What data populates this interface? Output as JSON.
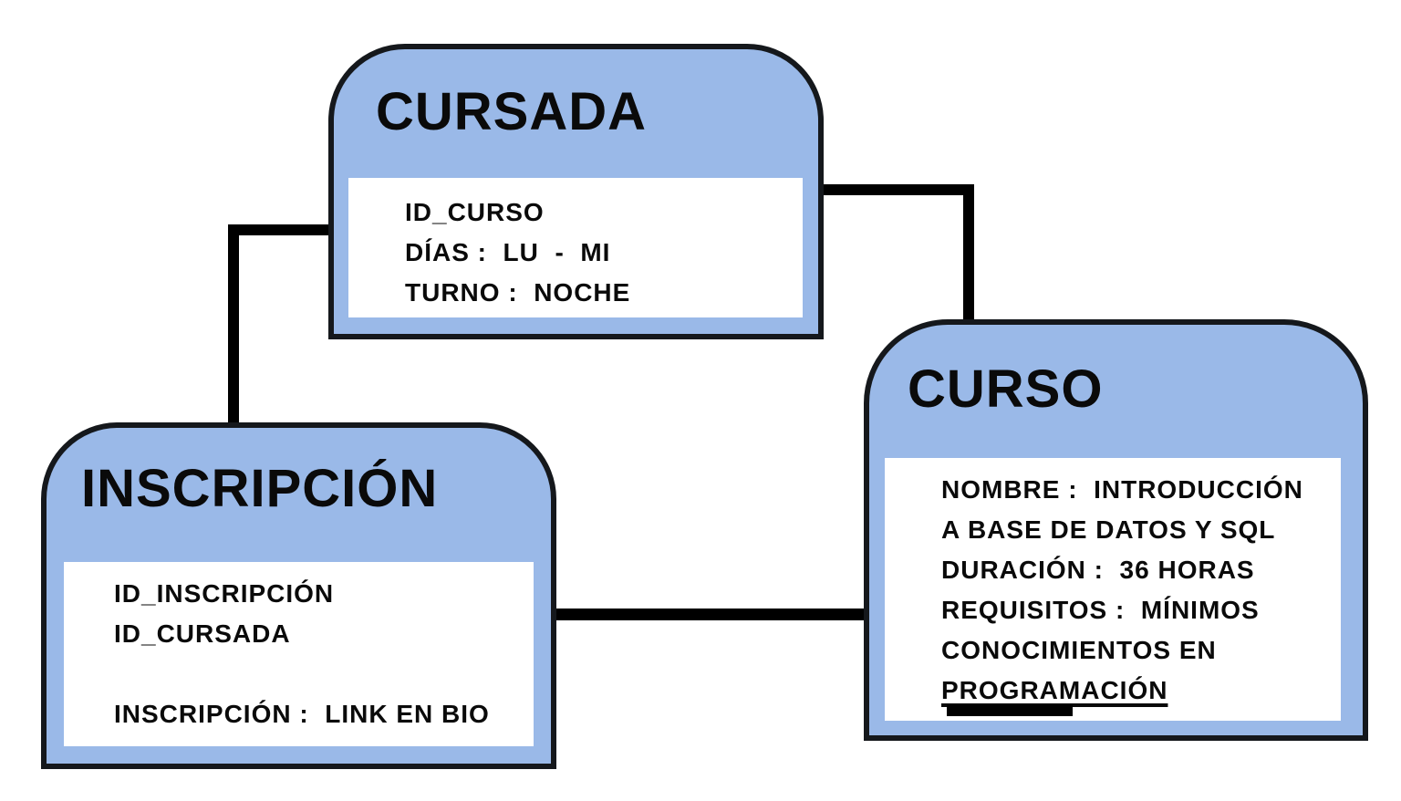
{
  "diagram": {
    "background_color": "#ffffff",
    "entity_fill_color": "#9ab9e8",
    "entity_border_color": "#15181c",
    "inner_panel_color": "#ffffff",
    "text_color": "#0a0a0a",
    "connector_color": "#000000"
  },
  "entities": {
    "cursada": {
      "title": "CURSADA",
      "fields": [
        "ID_CURSO",
        "DÍAS :  LU  -  MI",
        "TURNO :  NOCHE"
      ]
    },
    "inscripcion": {
      "title": "INSCRIPCIÓN",
      "fields": [
        "ID_INSCRIPCIÓN",
        "ID_CURSADA",
        "INSCRIPCIÓN :  LINK EN BIO"
      ]
    },
    "curso": {
      "title": "CURSO",
      "fields": [
        "NOMBRE :  INTRODUCCIÓN",
        "A BASE DE DATOS Y SQL",
        "DURACIÓN :  36 HORAS",
        "REQUISITOS :  MÍNIMOS",
        "CONOCIMIENTOS EN"
      ],
      "underlined_word": "PROGRAMACIÓN"
    }
  },
  "connections": [
    {
      "from": "CURSADA",
      "to": "INSCRIPCIÓN"
    },
    {
      "from": "CURSADA",
      "to": "CURSO"
    },
    {
      "from": "INSCRIPCIÓN",
      "to": "CURSO"
    }
  ]
}
